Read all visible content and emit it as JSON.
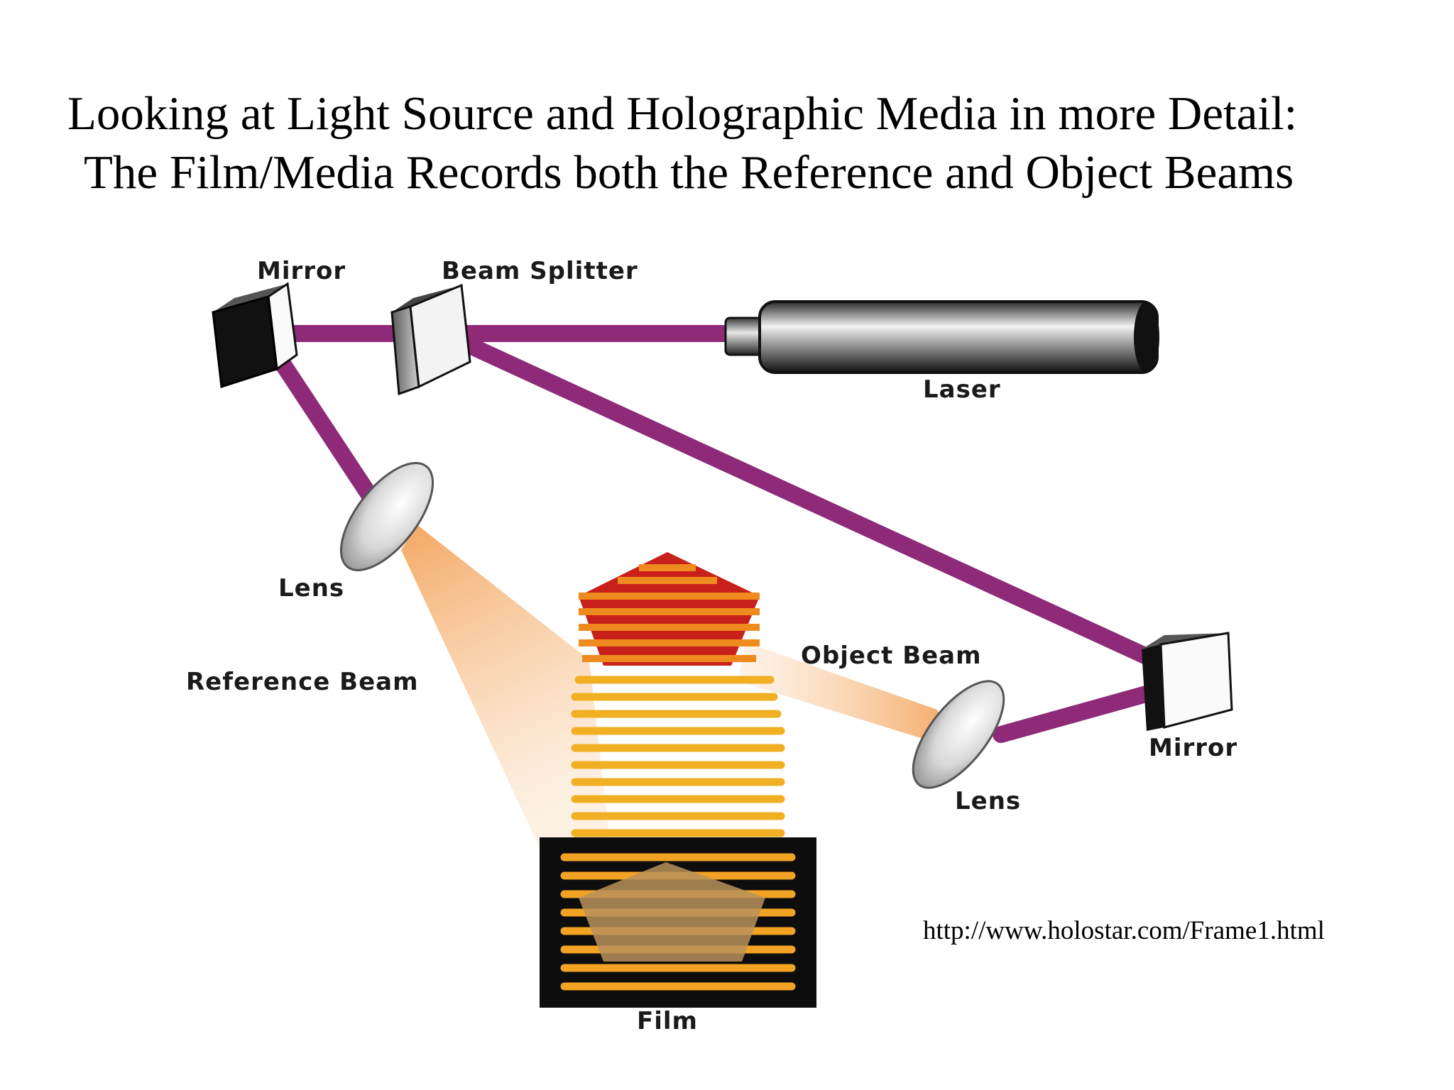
{
  "title": {
    "line1": "Looking at Light Source and Holographic Media in more Detail:",
    "line2": "The Film/Media Records both the Reference and Object Beams"
  },
  "labels": {
    "mirror_top": "Mirror",
    "beam_splitter": "Beam Splitter",
    "laser": "Laser",
    "lens_left": "Lens",
    "reference_beam": "Reference Beam",
    "object_beam": "Object Beam",
    "mirror_right": "Mirror",
    "lens_right": "Lens",
    "film": "Film"
  },
  "source_url": "http://www.holostar.com/Frame1.html",
  "colors": {
    "beam": "#8e2a78",
    "light_cone": "#f6b06a",
    "object_stripe_red": "#c8201a",
    "object_stripe_orange": "#ef8a1e",
    "wave_stripe": "#f1b024",
    "film_frame": "#0d0d0d",
    "film_stripe": "#f2a324",
    "film_object": "#b8925c"
  }
}
